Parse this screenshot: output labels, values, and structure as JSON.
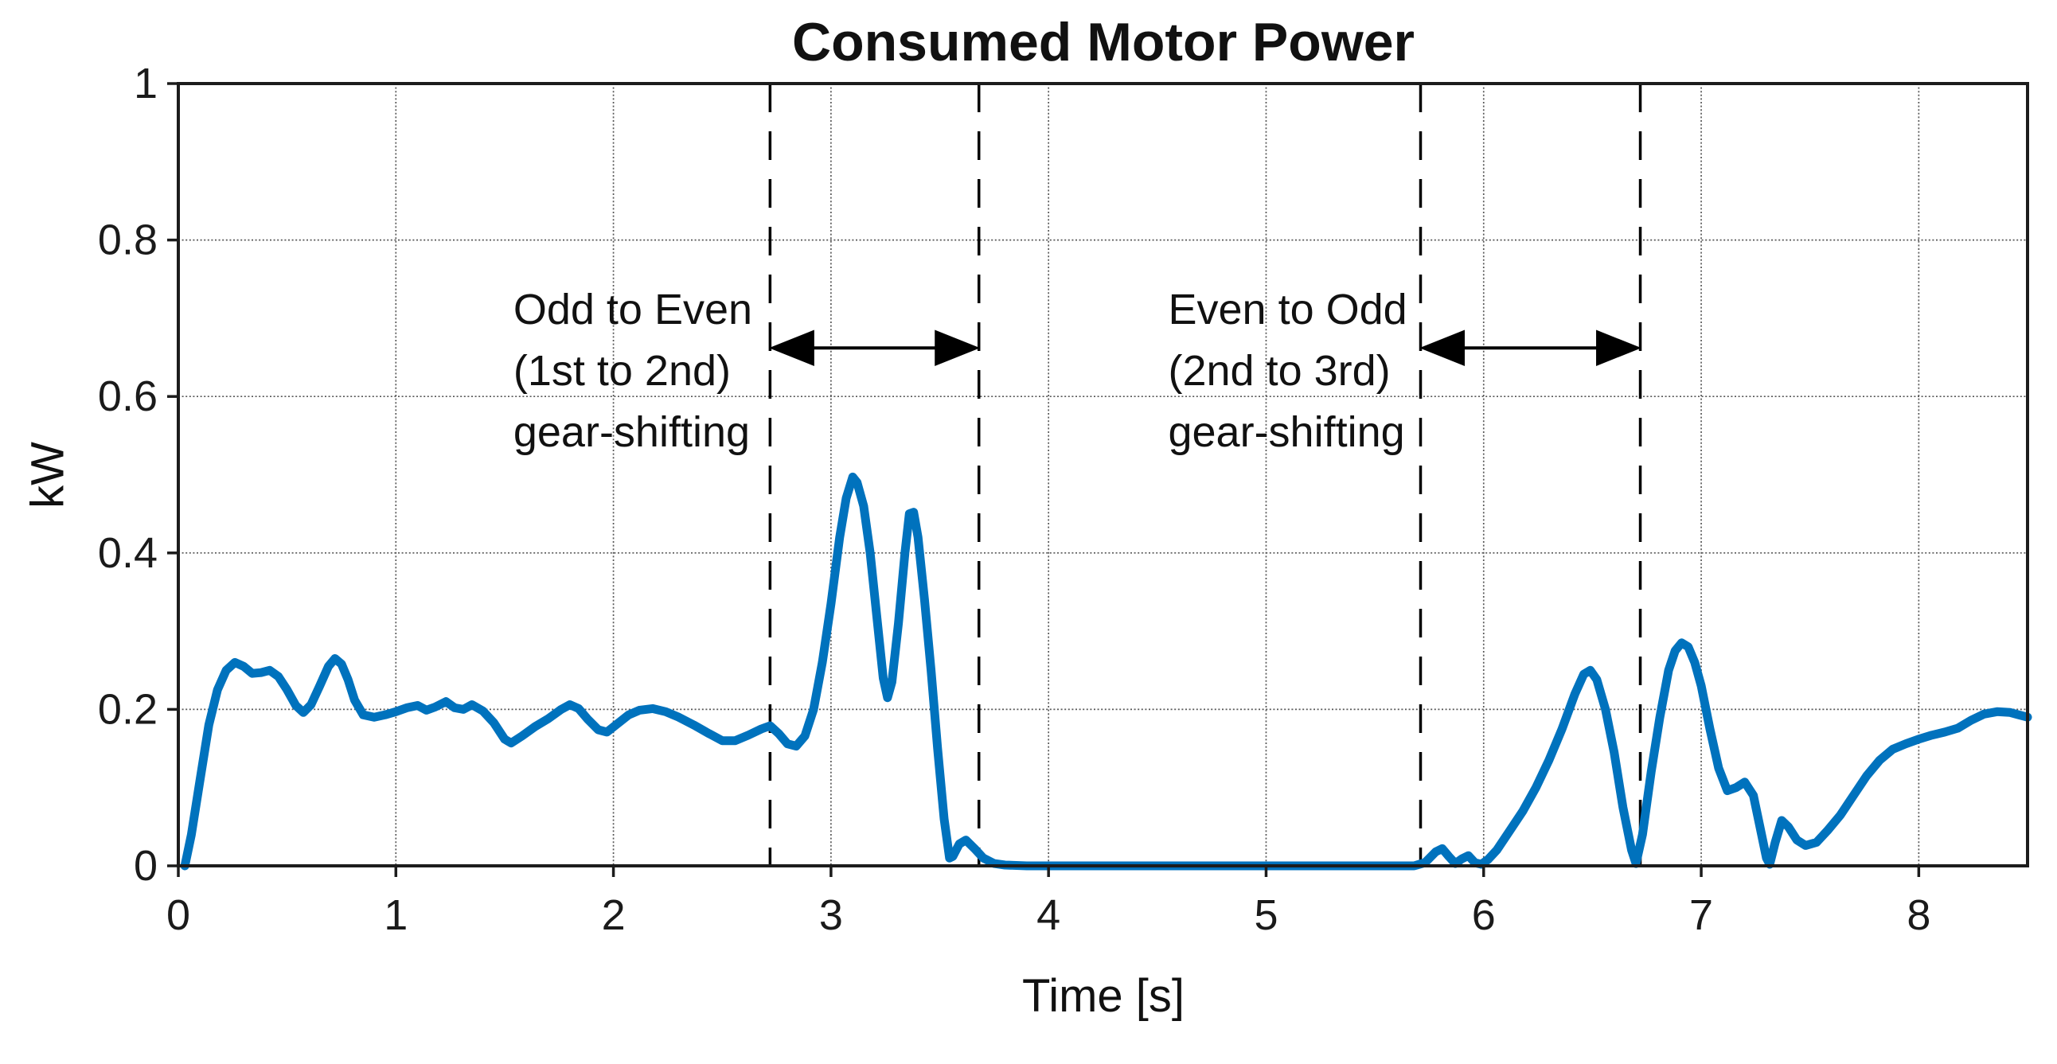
{
  "chart_data": {
    "type": "line",
    "title": "Consumed Motor Power",
    "xlabel": "Time [s]",
    "ylabel": "kW",
    "xlim": [
      0,
      8.5
    ],
    "ylim": [
      0,
      1
    ],
    "grid": true,
    "legend": "none",
    "xticks": {
      "values": [
        0,
        1,
        2,
        3,
        4,
        5,
        6,
        7,
        8
      ],
      "labels": [
        "0",
        "1",
        "2",
        "3",
        "4",
        "5",
        "6",
        "7",
        "8"
      ]
    },
    "yticks": {
      "values": [
        0,
        0.2,
        0.4,
        0.6,
        0.8,
        1
      ],
      "labels": [
        "0",
        "0.2",
        "0.4",
        "0.6",
        "0.8",
        "1"
      ]
    },
    "colors": {
      "line": "#0072BD",
      "axis": "#1c1c1c",
      "grid": "#3a3a3a",
      "annotation": "#000000"
    },
    "dashed_lines_t": [
      2.72,
      3.68,
      5.71,
      6.72
    ],
    "annotations": [
      {
        "lines": [
          "Odd to Even",
          "(1st to 2nd)",
          "gear-shifting"
        ],
        "text_t": 1.54,
        "text_kw_top": 0.75,
        "arrow": {
          "t1": 2.72,
          "t2": 3.68,
          "kw": 0.662
        }
      },
      {
        "lines": [
          "Even to Odd",
          "(2nd to 3rd)",
          "gear-shifting"
        ],
        "text_t": 4.55,
        "text_kw_top": 0.75,
        "arrow": {
          "t1": 5.71,
          "t2": 6.72,
          "kw": 0.662
        }
      }
    ],
    "series": [
      {
        "name": "Consumed Motor Power",
        "points": [
          [
            0.03,
            0
          ],
          [
            0.06,
            0.04
          ],
          [
            0.1,
            0.11
          ],
          [
            0.14,
            0.18
          ],
          [
            0.18,
            0.225
          ],
          [
            0.22,
            0.25
          ],
          [
            0.26,
            0.26
          ],
          [
            0.3,
            0.255
          ],
          [
            0.34,
            0.246
          ],
          [
            0.38,
            0.247
          ],
          [
            0.42,
            0.25
          ],
          [
            0.46,
            0.242
          ],
          [
            0.5,
            0.225
          ],
          [
            0.54,
            0.205
          ],
          [
            0.575,
            0.196
          ],
          [
            0.61,
            0.206
          ],
          [
            0.65,
            0.23
          ],
          [
            0.69,
            0.255
          ],
          [
            0.72,
            0.265
          ],
          [
            0.75,
            0.258
          ],
          [
            0.78,
            0.238
          ],
          [
            0.81,
            0.212
          ],
          [
            0.85,
            0.193
          ],
          [
            0.9,
            0.19
          ],
          [
            0.95,
            0.193
          ],
          [
            1,
            0.197
          ],
          [
            1.05,
            0.202
          ],
          [
            1.1,
            0.205
          ],
          [
            1.14,
            0.199
          ],
          [
            1.18,
            0.203
          ],
          [
            1.23,
            0.21
          ],
          [
            1.27,
            0.202
          ],
          [
            1.31,
            0.2
          ],
          [
            1.35,
            0.206
          ],
          [
            1.4,
            0.198
          ],
          [
            1.45,
            0.183
          ],
          [
            1.5,
            0.162
          ],
          [
            1.53,
            0.157
          ],
          [
            1.58,
            0.166
          ],
          [
            1.64,
            0.178
          ],
          [
            1.7,
            0.188
          ],
          [
            1.76,
            0.2
          ],
          [
            1.8,
            0.206
          ],
          [
            1.84,
            0.201
          ],
          [
            1.88,
            0.188
          ],
          [
            1.93,
            0.174
          ],
          [
            1.97,
            0.171
          ],
          [
            2.02,
            0.182
          ],
          [
            2.07,
            0.193
          ],
          [
            2.12,
            0.199
          ],
          [
            2.18,
            0.201
          ],
          [
            2.24,
            0.197
          ],
          [
            2.3,
            0.19
          ],
          [
            2.37,
            0.18
          ],
          [
            2.44,
            0.169
          ],
          [
            2.5,
            0.16
          ],
          [
            2.56,
            0.16
          ],
          [
            2.62,
            0.167
          ],
          [
            2.68,
            0.175
          ],
          [
            2.72,
            0.179
          ],
          [
            2.76,
            0.169
          ],
          [
            2.8,
            0.156
          ],
          [
            2.84,
            0.153
          ],
          [
            2.88,
            0.166
          ],
          [
            2.92,
            0.2
          ],
          [
            2.96,
            0.26
          ],
          [
            3,
            0.335
          ],
          [
            3.04,
            0.42
          ],
          [
            3.07,
            0.47
          ],
          [
            3.1,
            0.497
          ],
          [
            3.12,
            0.49
          ],
          [
            3.15,
            0.46
          ],
          [
            3.18,
            0.4
          ],
          [
            3.21,
            0.32
          ],
          [
            3.24,
            0.24
          ],
          [
            3.26,
            0.215
          ],
          [
            3.28,
            0.235
          ],
          [
            3.31,
            0.31
          ],
          [
            3.34,
            0.4
          ],
          [
            3.36,
            0.45
          ],
          [
            3.38,
            0.452
          ],
          [
            3.4,
            0.42
          ],
          [
            3.43,
            0.34
          ],
          [
            3.46,
            0.25
          ],
          [
            3.49,
            0.15
          ],
          [
            3.52,
            0.06
          ],
          [
            3.545,
            0.01
          ],
          [
            3.56,
            0.012
          ],
          [
            3.59,
            0.028
          ],
          [
            3.62,
            0.033
          ],
          [
            3.66,
            0.022
          ],
          [
            3.7,
            0.01
          ],
          [
            3.75,
            0.003
          ],
          [
            3.8,
            0.001
          ],
          [
            3.9,
            0
          ],
          [
            4.2,
            0
          ],
          [
            4.6,
            0
          ],
          [
            5,
            0
          ],
          [
            5.4,
            0
          ],
          [
            5.68,
            0
          ],
          [
            5.73,
            0.004
          ],
          [
            5.78,
            0.018
          ],
          [
            5.81,
            0.022
          ],
          [
            5.84,
            0.012
          ],
          [
            5.87,
            0.003
          ],
          [
            5.9,
            0.009
          ],
          [
            5.93,
            0.013
          ],
          [
            5.96,
            0.004
          ],
          [
            5.99,
            0.002
          ],
          [
            6.02,
            0.008
          ],
          [
            6.06,
            0.02
          ],
          [
            6.12,
            0.045
          ],
          [
            6.18,
            0.07
          ],
          [
            6.24,
            0.1
          ],
          [
            6.3,
            0.135
          ],
          [
            6.36,
            0.175
          ],
          [
            6.42,
            0.22
          ],
          [
            6.46,
            0.245
          ],
          [
            6.49,
            0.25
          ],
          [
            6.52,
            0.238
          ],
          [
            6.56,
            0.2
          ],
          [
            6.6,
            0.145
          ],
          [
            6.64,
            0.075
          ],
          [
            6.68,
            0.02
          ],
          [
            6.7,
            0.003
          ],
          [
            6.73,
            0.04
          ],
          [
            6.77,
            0.12
          ],
          [
            6.81,
            0.19
          ],
          [
            6.85,
            0.25
          ],
          [
            6.88,
            0.275
          ],
          [
            6.91,
            0.285
          ],
          [
            6.94,
            0.28
          ],
          [
            6.97,
            0.26
          ],
          [
            7,
            0.23
          ],
          [
            7.04,
            0.175
          ],
          [
            7.08,
            0.125
          ],
          [
            7.12,
            0.096
          ],
          [
            7.16,
            0.1
          ],
          [
            7.2,
            0.107
          ],
          [
            7.24,
            0.09
          ],
          [
            7.27,
            0.05
          ],
          [
            7.3,
            0.01
          ],
          [
            7.315,
            0.002
          ],
          [
            7.34,
            0.03
          ],
          [
            7.37,
            0.058
          ],
          [
            7.4,
            0.05
          ],
          [
            7.44,
            0.033
          ],
          [
            7.48,
            0.026
          ],
          [
            7.53,
            0.03
          ],
          [
            7.58,
            0.045
          ],
          [
            7.64,
            0.065
          ],
          [
            7.7,
            0.09
          ],
          [
            7.76,
            0.115
          ],
          [
            7.82,
            0.135
          ],
          [
            7.88,
            0.149
          ],
          [
            7.94,
            0.156
          ],
          [
            8,
            0.162
          ],
          [
            8.06,
            0.167
          ],
          [
            8.12,
            0.171
          ],
          [
            8.18,
            0.176
          ],
          [
            8.24,
            0.186
          ],
          [
            8.3,
            0.194
          ],
          [
            8.36,
            0.197
          ],
          [
            8.42,
            0.196
          ],
          [
            8.46,
            0.193
          ],
          [
            8.5,
            0.19
          ]
        ]
      }
    ]
  }
}
